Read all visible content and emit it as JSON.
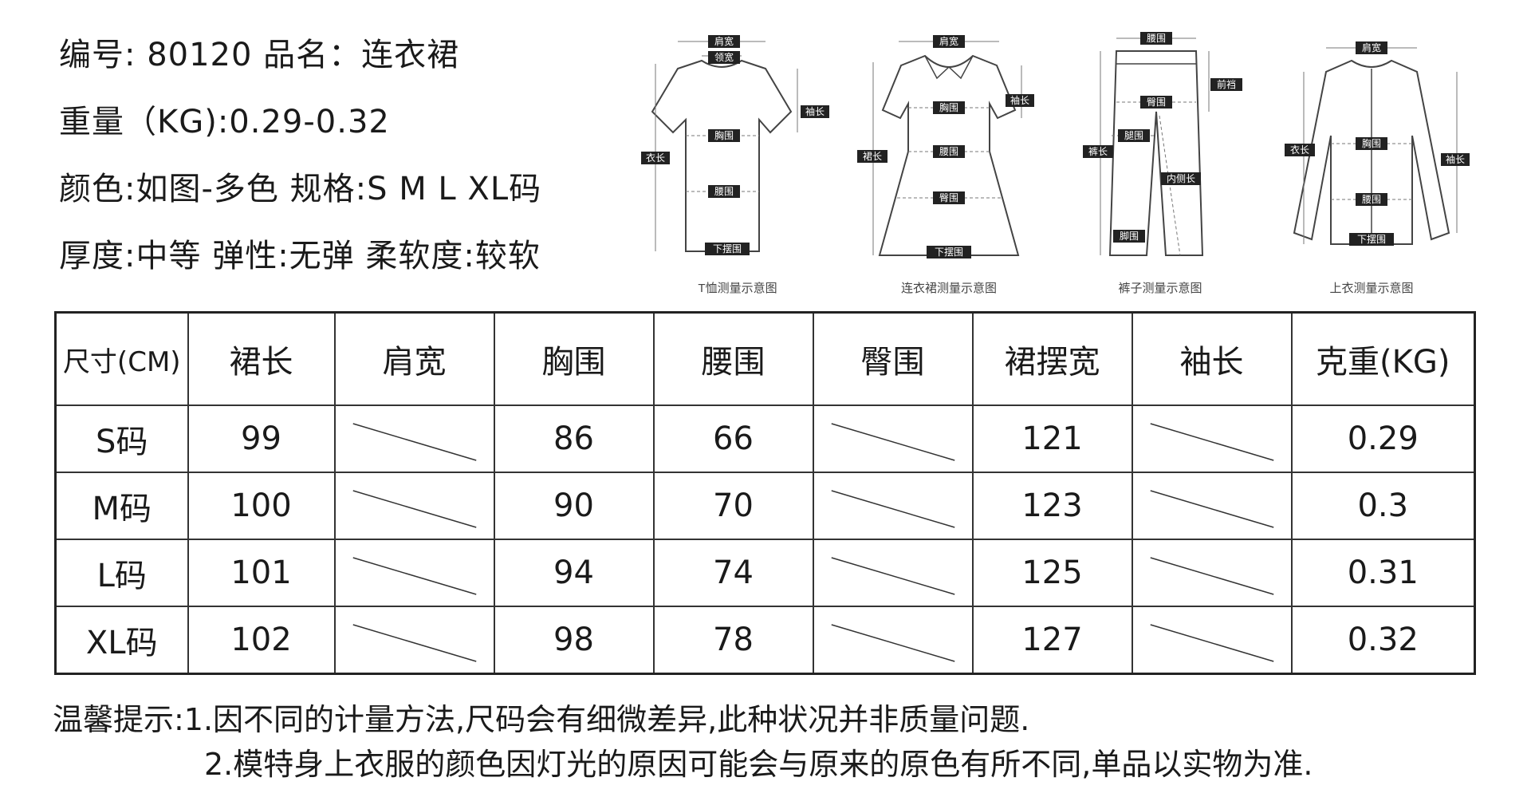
{
  "info": {
    "line1": "编号: 80120 品名：连衣裙",
    "line2": "重量（KG):0.29-0.32",
    "line3": "颜色:如图-多色  规格:S M L XL码",
    "line4": "厚度:中等  弹性:无弹  柔软度:较软"
  },
  "diagrams": [
    {
      "caption": "T恤测量示意图",
      "labels": {
        "shoulder": "肩宽",
        "neck": "领宽",
        "chest": "胸围",
        "sleeve": "袖长",
        "length": "衣长",
        "waist": "腰围",
        "hem": "下摆围"
      }
    },
    {
      "caption": "连衣裙测量示意图",
      "labels": {
        "shoulder": "肩宽",
        "sleeve": "袖长",
        "chest": "胸围",
        "length": "裙长",
        "waist": "腰围",
        "hip": "臀围",
        "hem": "下摆围"
      }
    },
    {
      "caption": "裤子测量示意图",
      "labels": {
        "waist": "腰围",
        "front_rise": "前裆",
        "hip": "臀围",
        "thigh": "腿围",
        "length": "裤长",
        "inseam": "内侧长",
        "leg_opening": "脚围"
      }
    },
    {
      "caption": "上衣测量示意图",
      "labels": {
        "shoulder": "肩宽",
        "length": "衣长",
        "chest": "胸围",
        "sleeve": "袖长",
        "waist": "腰围",
        "hem": "下摆围"
      }
    }
  ],
  "table": {
    "headers": [
      "尺寸(CM)",
      "裙长",
      "肩宽",
      "胸围",
      "腰围",
      "臀围",
      "裙摆宽",
      "袖长",
      "克重(KG)"
    ],
    "rows": [
      [
        "S码",
        "99",
        "",
        "86",
        "66",
        "",
        "121",
        "",
        "0.29"
      ],
      [
        "M码",
        "100",
        "",
        "90",
        "70",
        "",
        "123",
        "",
        "0.3"
      ],
      [
        "L码",
        "101",
        "",
        "94",
        "74",
        "",
        "125",
        "",
        "0.31"
      ],
      [
        "XL码",
        "102",
        "",
        "98",
        "78",
        "",
        "127",
        "",
        "0.32"
      ]
    ]
  },
  "notes": {
    "line1": "温馨提示:1.因不同的计量方法,尺码会有细微差异,此种状况并非质量问题.",
    "line2": "2.模特身上衣服的颜色因灯光的原因可能会与原来的原色有所不同,单品以实物为准."
  }
}
